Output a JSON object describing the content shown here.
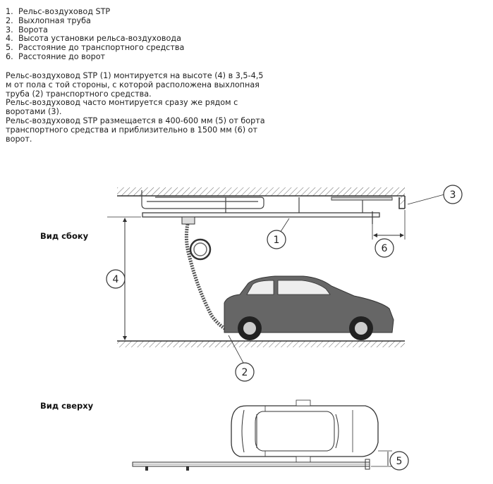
{
  "legend": [
    {
      "num": "1.",
      "text": "Рельс-воздуховод STP"
    },
    {
      "num": "2.",
      "text": "Выхлопная труба"
    },
    {
      "num": "3.",
      "text": "Ворота"
    },
    {
      "num": "4.",
      "text": "Высота установки рельса-воздуховода"
    },
    {
      "num": "5.",
      "text": "Расстояние до транспортного средства"
    },
    {
      "num": "6.",
      "text": "Расстояние до ворот"
    }
  ],
  "description": [
    "Рельс-воздуховод STP (1) монтируется на высоте (4) в 3,5-4,5 м от пола с той стороны, с которой расположена выхлопная труба (2) транспортного средства.",
    "Рельс-воздуховод часто монтируется сразу же рядом с воротами (3).",
    "Рельс-воздуховод STP размещается в 400-600 мм (5) от борта транспортного средства и приблизительно в 1500 мм (6) от ворот."
  ],
  "views": {
    "side": "Вид сбоку",
    "top": "Вид сверху"
  },
  "callouts": {
    "rail": "1",
    "exhaust": "2",
    "gate": "3",
    "height": "4",
    "vehicle_distance": "5",
    "gate_distance": "6"
  }
}
